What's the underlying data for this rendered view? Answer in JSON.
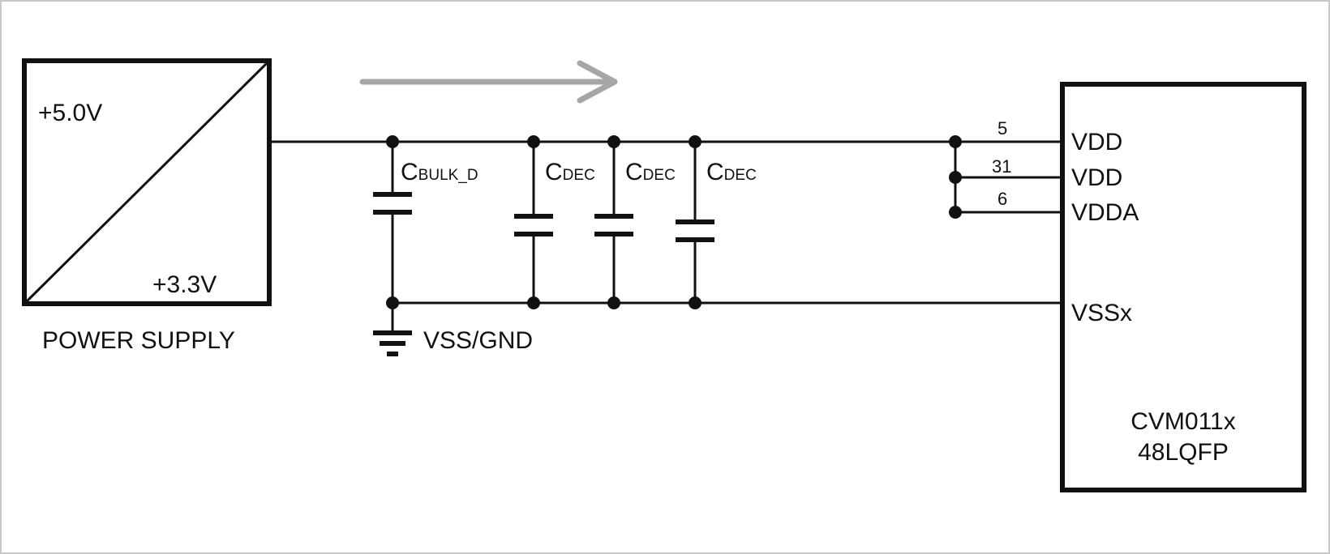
{
  "power_supply": {
    "input_voltage": "+5.0V",
    "output_voltage": "+3.3V",
    "label": "POWER SUPPLY"
  },
  "capacitors": [
    {
      "main": "C",
      "sub": "BULK_D"
    },
    {
      "main": "C",
      "sub": "DEC"
    },
    {
      "main": "C",
      "sub": "DEC"
    },
    {
      "main": "C",
      "sub": "DEC"
    }
  ],
  "ground": {
    "label": "VSS/GND"
  },
  "chip": {
    "pins": [
      {
        "number": "5",
        "name": "VDD"
      },
      {
        "number": "31",
        "name": "VDD"
      },
      {
        "number": "6",
        "name": "VDDA"
      },
      {
        "number": "",
        "name": "VSSx"
      }
    ],
    "part_line1": "CVM011x",
    "part_line2": "48LQFP"
  },
  "colors": {
    "wire": "#111111",
    "flow_arrow": "#a6a6a6",
    "frame_border": "#c8c8c8"
  }
}
